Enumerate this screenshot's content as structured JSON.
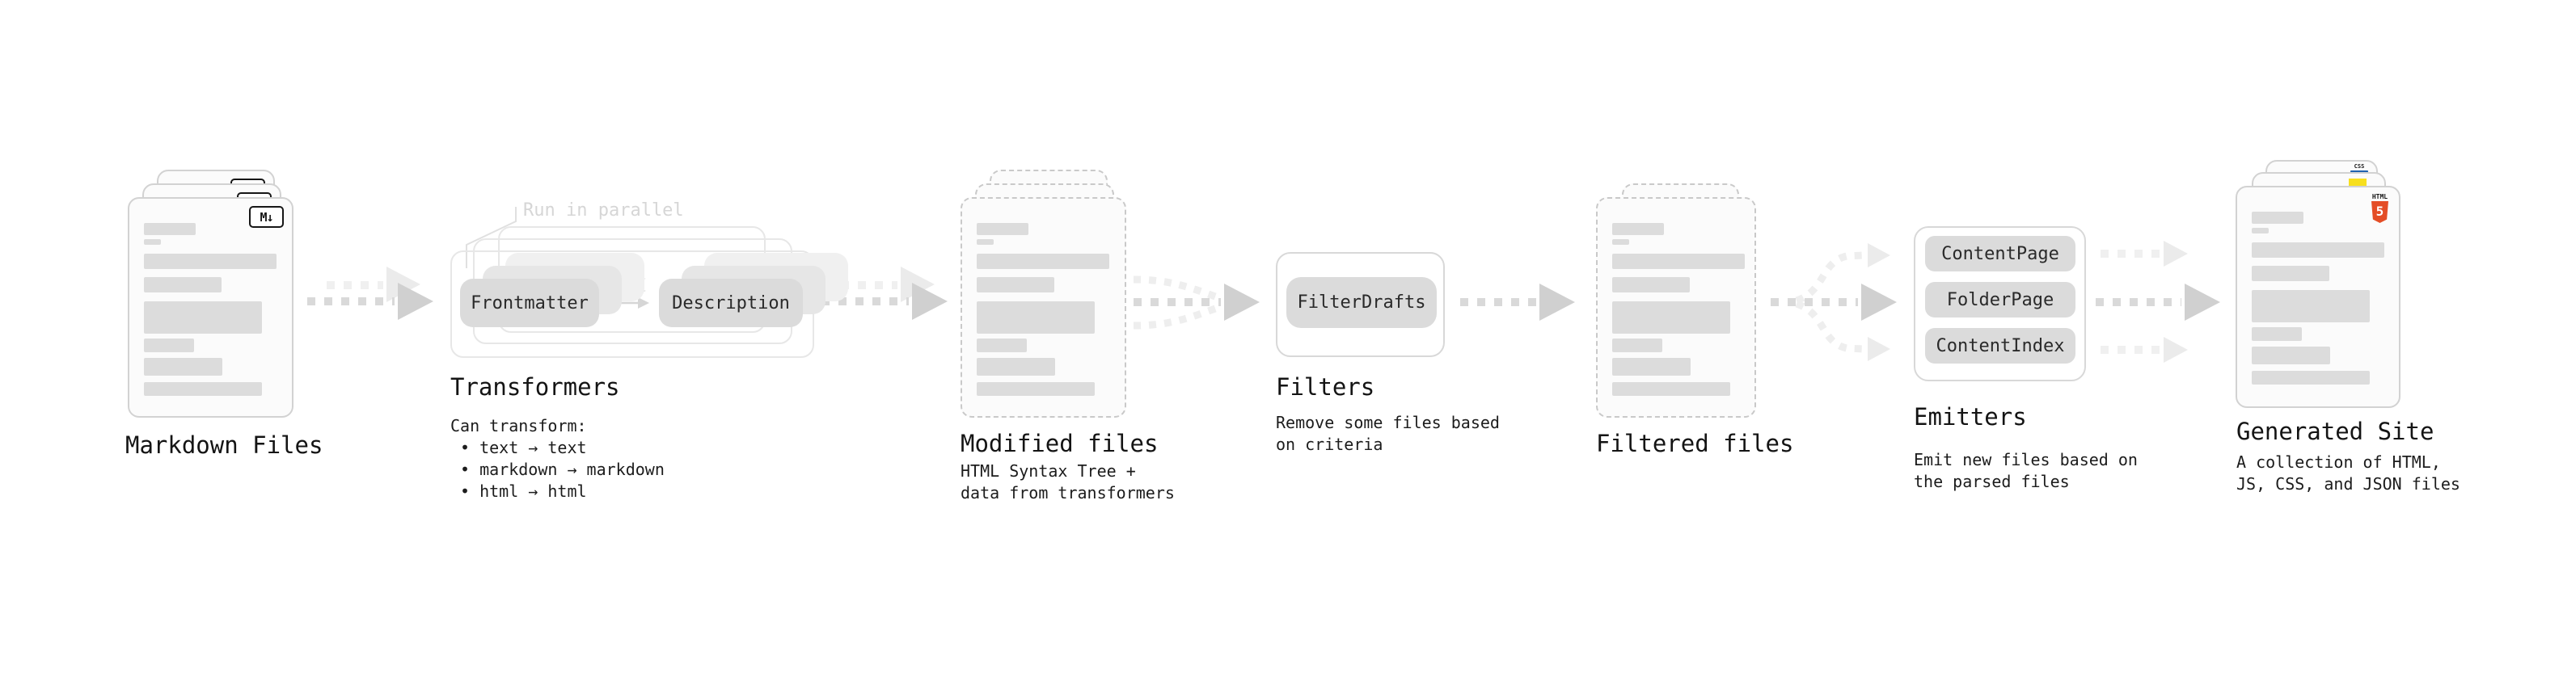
{
  "stages": {
    "markdown_files": {
      "label": "Markdown Files",
      "icon_text": "M↓",
      "stack_count": 3
    },
    "transformers": {
      "label": "Transformers",
      "note": "Run in parallel",
      "boxes": [
        "Frontmatter",
        "Description"
      ],
      "caption_lines": [
        "Can transform:",
        "• text → text",
        "• markdown → markdown",
        "• html → html"
      ]
    },
    "modified_files": {
      "label": "Modified files",
      "caption_lines": [
        "HTML Syntax Tree +",
        "data from transformers"
      ],
      "stack_count": 3
    },
    "filters": {
      "label": "Filters",
      "boxes": [
        "FilterDrafts"
      ],
      "caption_lines": [
        "Remove some files based",
        "on criteria"
      ]
    },
    "filtered_files": {
      "label": "Filtered files",
      "stack_count": 2
    },
    "emitters": {
      "label": "Emitters",
      "boxes": [
        "ContentPage",
        "FolderPage",
        "ContentIndex"
      ],
      "caption_lines": [
        "Emit new files based on",
        "the parsed files"
      ]
    },
    "generated_site": {
      "label": "Generated Site",
      "caption_lines": [
        "A collection of HTML,",
        "JS, CSS, and JSON files"
      ],
      "badges": {
        "html5": {
          "top": "HTML",
          "number": "5"
        },
        "css": "CSS",
        "js": "js-yellow-square"
      },
      "stack_count": 3
    }
  },
  "connections": [
    {
      "from": "markdown_files",
      "to": "transformers",
      "style": "double-dashed-arrow"
    },
    {
      "from": "transformers",
      "to": "modified_files",
      "style": "double-dashed-arrow"
    },
    {
      "from": "modified_files",
      "to": "filters",
      "style": "converging-dashed-arrow"
    },
    {
      "from": "filters",
      "to": "filtered_files",
      "style": "dashed-arrow"
    },
    {
      "from": "filtered_files",
      "to": "emitters",
      "style": "diverging-dashed-arrow"
    },
    {
      "from": "emitters",
      "to": "generated_site",
      "style": "triple-dashed-arrow"
    }
  ],
  "colors": {
    "background": "#ffffff",
    "card_fill": "#fbfbfb",
    "card_border": "#d2d2d2",
    "dashed_border": "#c9c9c9",
    "content_bar": "#dcdcdc",
    "chip_fill": "#dbdbdb",
    "arrow_dark": "#d9d9d9",
    "arrow_light": "#f0f0f0",
    "text": "#141414",
    "note_text": "#d6d6d6",
    "html5_orange": "#e44d26",
    "js_yellow": "#f7df1e",
    "css_blue": "#2062af"
  }
}
